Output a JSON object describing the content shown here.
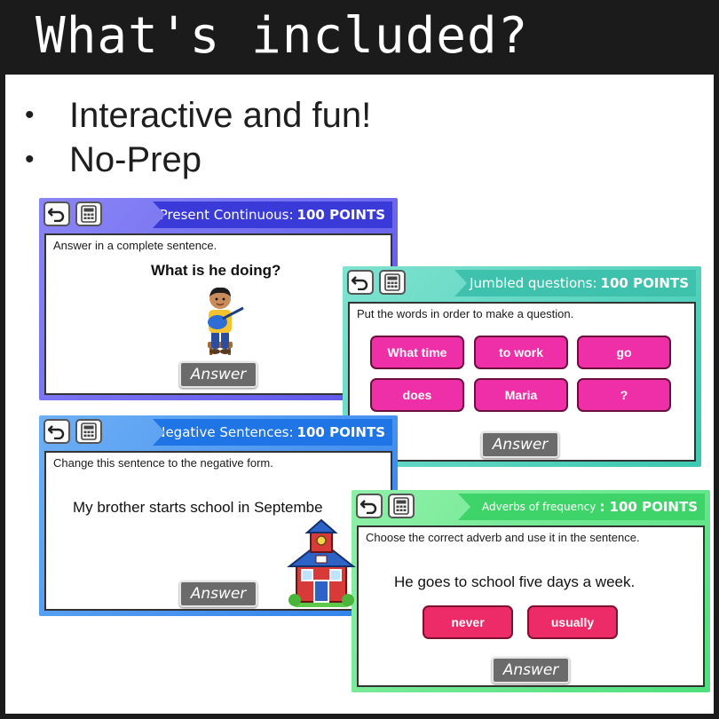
{
  "header": {
    "title": "What's included?"
  },
  "bullets": [
    "Interactive and fun!",
    "No-Prep"
  ],
  "cards": {
    "present": {
      "title": "Present Continuous:",
      "points": "100 POINTS",
      "instruction": "Answer in a complete sentence.",
      "question": "What is he doing?",
      "answer": "Answer",
      "accent": "#6b63f0"
    },
    "jumbled": {
      "title": "Jumbled questions:",
      "points": "100 POINTS",
      "instruction": "Put the words in order to make a question.",
      "words": [
        "What time",
        "to work",
        "go",
        "does",
        "Maria",
        "?"
      ],
      "answer": "Answer",
      "accent": "#4fd4bf"
    },
    "negative": {
      "title": "Negative Sentences:",
      "points": "100 POINTS",
      "instruction": "Change this sentence to the negative form.",
      "question": "My brother starts school in Septembe",
      "answer": "Answer",
      "accent": "#3d8ff0"
    },
    "adverbs": {
      "title": "Adverbs of frequency",
      "points": ": 100 POINTS",
      "instruction": "Choose the correct adverb and use it in the sentence.",
      "question": "He goes to school five days a week.",
      "options": [
        "never",
        "usually"
      ],
      "answer": "Answer",
      "accent": "#62e58a"
    }
  },
  "icons": [
    "back-arrow-icon",
    "calculator-icon",
    "boy-guitar-illustration",
    "schoolhouse-illustration"
  ]
}
